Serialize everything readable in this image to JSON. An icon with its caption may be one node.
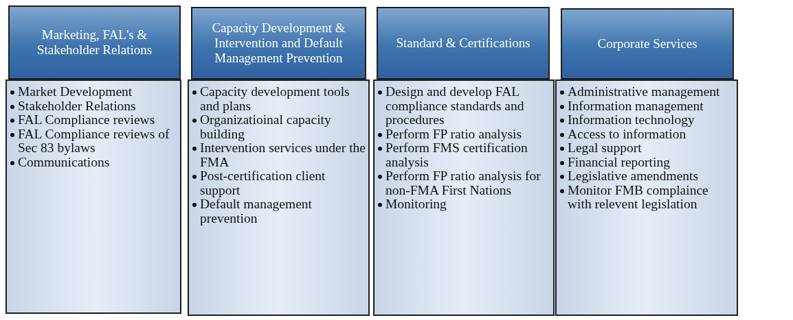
{
  "diagram": {
    "nodes": [
      {
        "text": [
          "Marketing, FAL's & Stakeholder Relations"
        ]
      },
      {
        "text": [
          "Market Development",
          "Stakeholder Relations",
          "FAL Compliance reviews",
          "FAL Compliance reviews of Sec 83 bylaws",
          "Communications"
        ]
      },
      {
        "text": [
          "Capacity Development & Intervention and Default Management Prevention"
        ]
      },
      {
        "text": [
          "Capacity development tools and plans",
          "Organizatioinal capacity building",
          "Intervention services under the FMA",
          "Post-certification client support",
          "Default management prevention"
        ]
      },
      {
        "text": [
          "Standard & Certifications"
        ]
      },
      {
        "text": [
          "Design and develop FAL compliance standards and procedures",
          "Perform FP ratio analysis",
          "Perform FMS certification analysis",
          "Perform FP ratio analysis for non-FMA First Nations",
          "Monitoring"
        ]
      },
      {
        "text": [
          "Corporate Services"
        ]
      },
      {
        "text": [
          "Administrative management",
          "Information management",
          "Information technology",
          "Access to information",
          "Legal support",
          "Financial reporting",
          "Legislative amendments",
          "Monitor FMB complaince with relevent legislation"
        ]
      }
    ]
  }
}
